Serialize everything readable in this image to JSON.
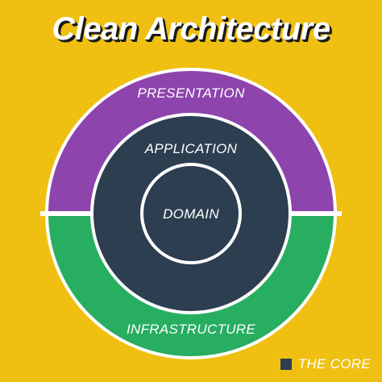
{
  "title": "Clean Architecture",
  "layers": {
    "presentation": "PRESENTATION",
    "infrastructure": "INFRASTRUCTURE",
    "application": "APPLICATION",
    "domain": "DOMAIN"
  },
  "legend": {
    "label": "THE CORE",
    "swatch_icon": "square"
  },
  "colors": {
    "background": "#efc011",
    "presentation": "#8e44ad",
    "infrastructure": "#27ae60",
    "core": "#2c3e50",
    "divider": "#ffffff"
  }
}
